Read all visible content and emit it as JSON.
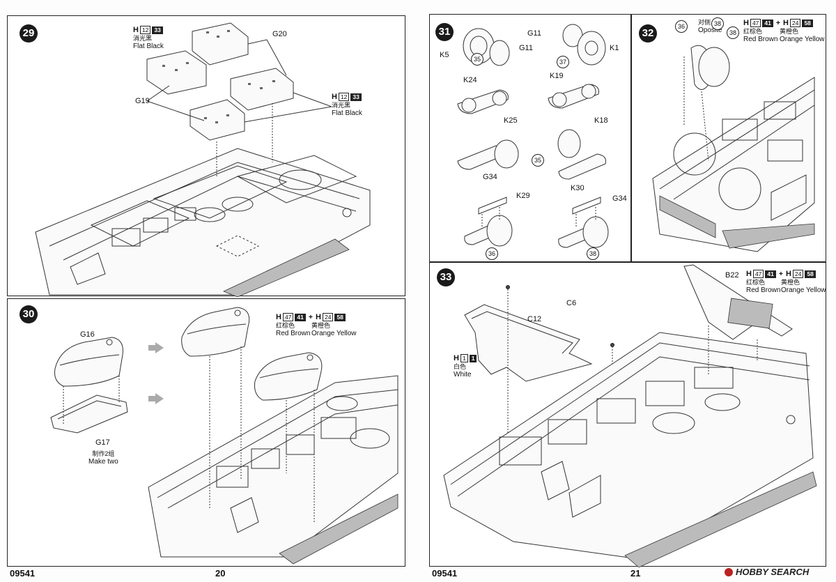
{
  "footer": {
    "left_code": "09541",
    "left_page": "20",
    "right_code": "09541",
    "right_page": "21",
    "watermark": "HOBBY SEARCH"
  },
  "step29": {
    "number": "29",
    "paint1": {
      "h": "H",
      "n1": "12",
      "n2": "33",
      "cn": "消光黑",
      "en": "Flat Black"
    },
    "paint2": {
      "h": "H",
      "n1": "12",
      "n2": "33",
      "cn": "消光黑",
      "en": "Flat Black"
    },
    "parts": [
      "G20",
      "G19"
    ]
  },
  "step30": {
    "number": "30",
    "paint": {
      "h1": "H",
      "a1": "47",
      "b1": "41",
      "plus": "+",
      "h2": "H",
      "a2": "24",
      "b2": "58",
      "cn1": "红棕色",
      "en1": "Red Brown",
      "cn2": "黄橙色",
      "en2": "Orange Yellow"
    },
    "parts": [
      "G16",
      "G17"
    ],
    "note_cn": "制作2组",
    "note_en": "Make two"
  },
  "step31": {
    "number": "31",
    "parts": [
      "K5",
      "G11",
      "G11",
      "K1",
      "K24",
      "K19",
      "K25",
      "K18",
      "G34",
      "K29",
      "K30",
      "G34"
    ],
    "refs": [
      "35",
      "37",
      "35",
      "36",
      "38"
    ]
  },
  "step32": {
    "number": "32",
    "ref_label": "对侧",
    "ref_en": "Oposite",
    "ref_num": "38",
    "ref_num2": "38",
    "ref_a": "36",
    "paint": {
      "h1": "H",
      "a1": "47",
      "b1": "41",
      "plus": "+",
      "h2": "H",
      "a2": "24",
      "b2": "58",
      "cn1": "红棕色",
      "en1": "Red Brown",
      "cn2": "黄橙色",
      "en2": "Orange Yellow"
    }
  },
  "step33": {
    "number": "33",
    "parts": [
      "C6",
      "C12",
      "B22"
    ],
    "paint_white": {
      "h": "H",
      "n1": "1",
      "n2": "1",
      "cn": "白色",
      "en": "White"
    },
    "paint": {
      "h1": "H",
      "a1": "47",
      "b1": "41",
      "plus": "+",
      "h2": "H",
      "a2": "24",
      "b2": "58",
      "cn1": "红棕色",
      "en1": "Red Brown",
      "cn2": "黄橙色",
      "en2": "Orange Yellow"
    }
  }
}
